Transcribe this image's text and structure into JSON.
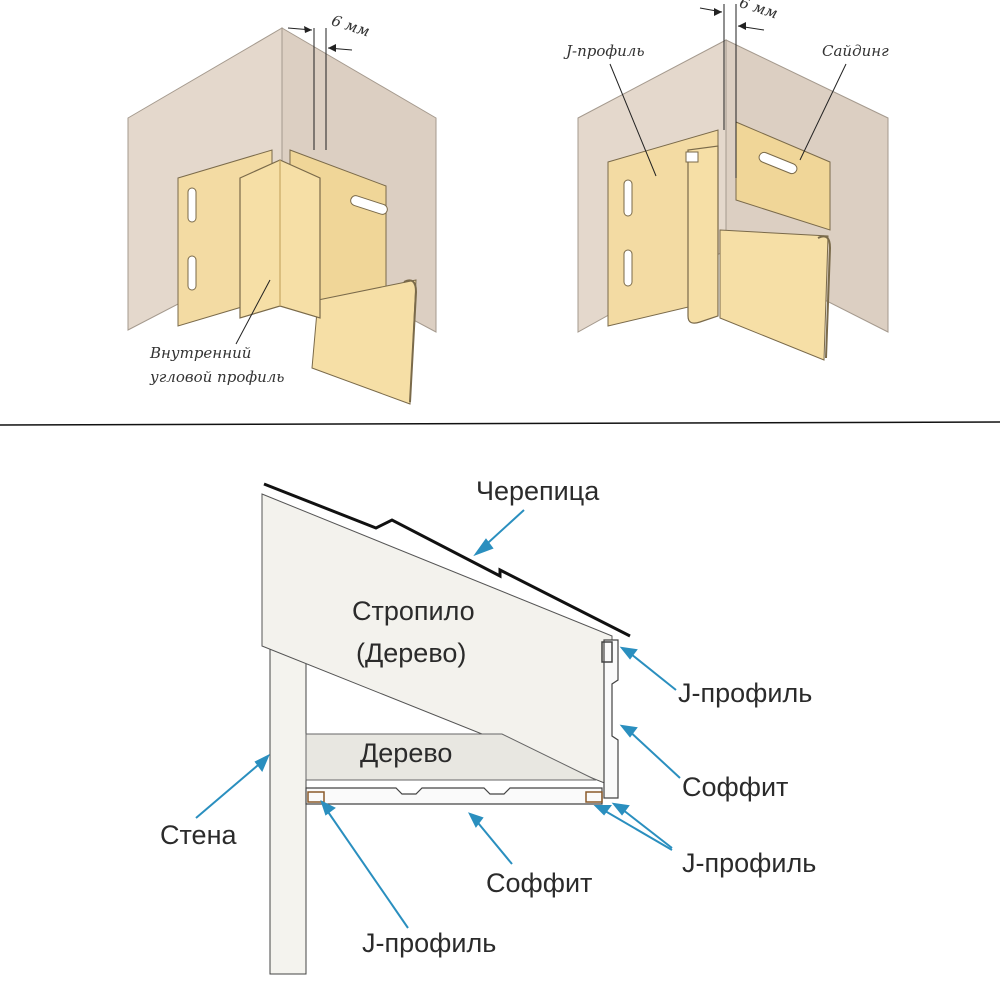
{
  "top_left": {
    "gap_label": "6 мм",
    "corner_label_line1": "Внутренний",
    "corner_label_line2": "угловой профиль"
  },
  "top_right": {
    "gap_label": "6 мм",
    "j_profile_label": "J-профиль",
    "siding_label": "Сайдинг"
  },
  "bottom": {
    "tile_label": "Черепица",
    "rafter_label_line1": "Стропило",
    "rafter_label_line2": "(Дерево)",
    "wood_label": "Дерево",
    "wall_label": "Стена",
    "j_profile_top_label": "J-профиль",
    "soffit_right_label": "Соффит",
    "j_profile_right_label": "J-профиль",
    "soffit_bottom_label": "Соффит",
    "j_profile_bottom_label": "J-профиль"
  },
  "colors": {
    "wall": "#e4d8cc",
    "profile": "#f6dfa6",
    "profile_dark": "#d8b56a",
    "arrow": "#2a8fbf",
    "line": "#222222"
  }
}
